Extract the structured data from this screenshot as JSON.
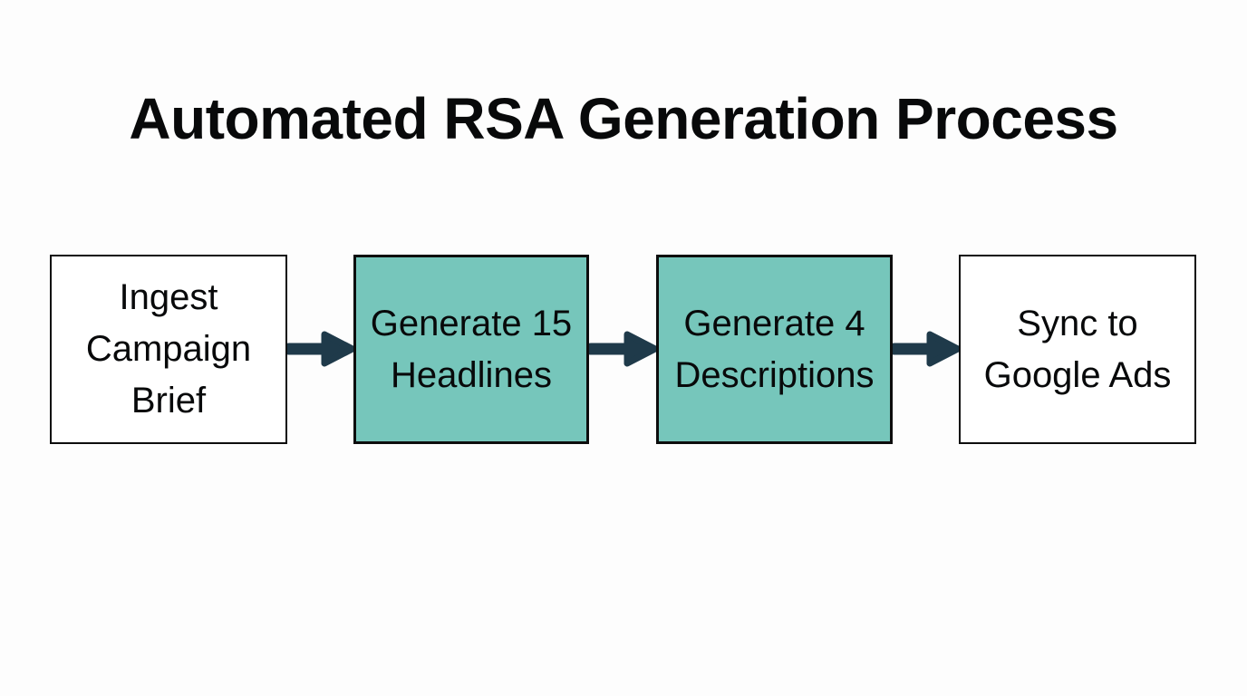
{
  "page": {
    "title": "Automated RSA Generation Process",
    "background_color": "#fdfdfd",
    "text_color": "#08090a"
  },
  "diagram": {
    "type": "flowchart",
    "orientation": "left-to-right",
    "accent_color": "#76c6bb",
    "arrow_color": "#1f3a4a",
    "border_color": "#0d0d0d",
    "nodes": [
      {
        "id": "ingest-campaign-brief",
        "label": "Ingest\nCampaign\nBrief",
        "fill": "#ffffff",
        "highlighted": false
      },
      {
        "id": "generate-15-headlines",
        "label": "Generate 15\nHeadlines",
        "fill": "#76c6bb",
        "highlighted": true
      },
      {
        "id": "generate-4-descriptions",
        "label": "Generate 4\nDescriptions",
        "fill": "#76c6bb",
        "highlighted": true
      },
      {
        "id": "sync-to-google-ads",
        "label": "Sync to\nGoogle Ads",
        "fill": "#ffffff",
        "highlighted": false
      }
    ],
    "edges": [
      {
        "id": "edge-1",
        "from": "ingest-campaign-brief",
        "to": "generate-15-headlines",
        "label": ""
      },
      {
        "id": "edge-2",
        "from": "generate-15-headlines",
        "to": "generate-4-descriptions",
        "label": ""
      },
      {
        "id": "edge-3",
        "from": "generate-4-descriptions",
        "to": "sync-to-google-ads",
        "label": ""
      }
    ]
  }
}
